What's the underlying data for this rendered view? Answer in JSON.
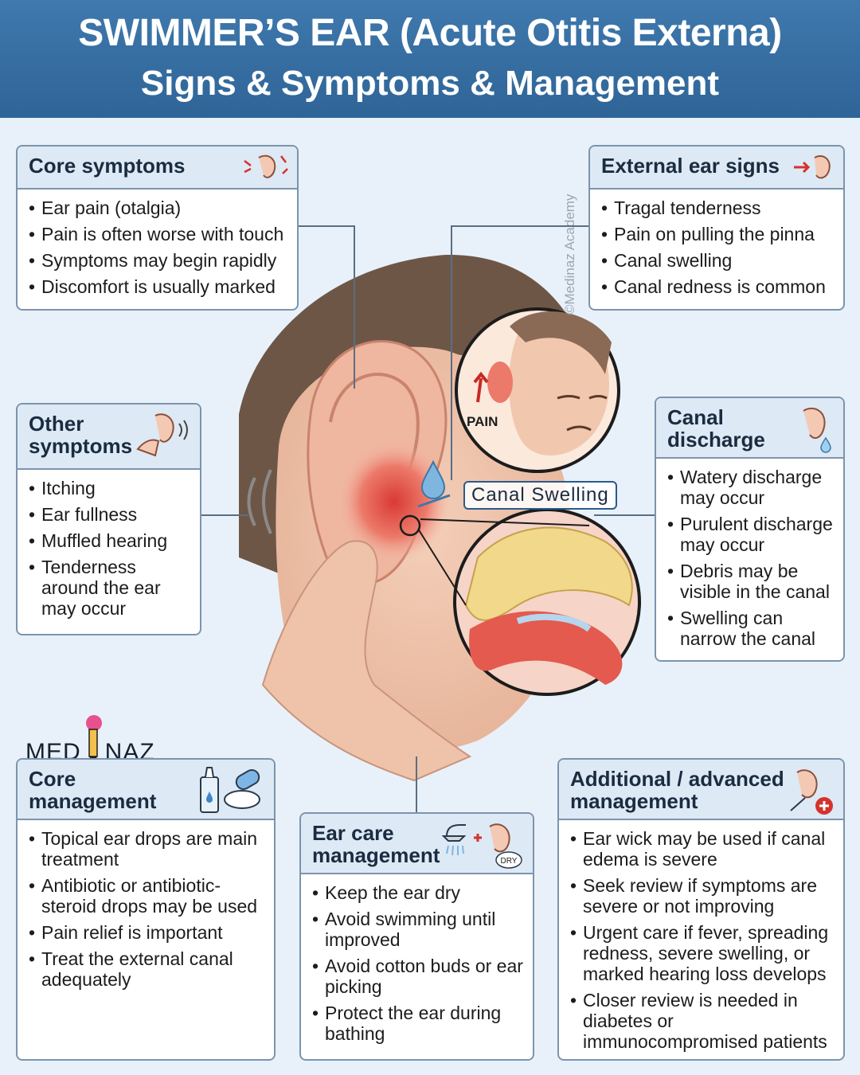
{
  "header": {
    "title": "SWIMMER’S EAR (Acute Otitis Externa)",
    "subtitle": "Signs & Symptoms & Management"
  },
  "colors": {
    "header_bg": "#3473a8",
    "card_border": "#7c94ad",
    "card_head_bg": "#dde9f5",
    "inflammation": "#e8544d"
  },
  "watermark": "©Medinaz Academy",
  "logo": {
    "left": "MED",
    "right": "NAZ"
  },
  "illustration": {
    "pain_label": "PAIN",
    "canal_label": "Canal Swelling"
  },
  "cards": {
    "core_symptoms": {
      "title": "Core symptoms",
      "icon": "ear-pain-icon",
      "items": [
        "Ear pain (otalgia)",
        "Pain is often worse with touch",
        "Symptoms may begin rapidly",
        "Discomfort is usually marked"
      ]
    },
    "external_signs": {
      "title": "External ear signs",
      "icon": "ear-arrow-icon",
      "items": [
        "Tragal tenderness",
        "Pain on pulling the pinna",
        "Canal swelling",
        "Canal redness is common"
      ]
    },
    "other_symptoms": {
      "title_line1": "Other",
      "title_line2": "symptoms",
      "icon": "hand-ear-icon",
      "items": [
        "Itching",
        "Ear fullness",
        "Muffled hearing",
        "Tenderness around the ear may occur"
      ]
    },
    "canal_discharge": {
      "title_line1": "Canal",
      "title_line2": "discharge",
      "icon": "ear-drop-icon",
      "items": [
        "Watery discharge may occur",
        "Purulent discharge may occur",
        "Debris may be visible in the canal",
        "Swelling can narrow the canal"
      ]
    },
    "core_management": {
      "title_line1": "Core",
      "title_line2": "management",
      "icon": "ear-drops-pill-icon",
      "items": [
        "Topical ear drops are main treatment",
        "Antibiotic or antibiotic-steroid drops may be used",
        "Pain relief is important",
        "Treat the external canal adequately"
      ]
    },
    "ear_care": {
      "title_line1": "Ear care",
      "title_line2": "management",
      "icon": "shower-ear-dry-icon",
      "badge": "DRY",
      "items": [
        "Keep the ear dry",
        "Avoid swimming until improved",
        "Avoid cotton buds or ear picking",
        "Protect the ear during bathing"
      ]
    },
    "advanced": {
      "title_line1": "Additional / advanced",
      "title_line2": "management",
      "icon": "ear-swab-plus-icon",
      "items": [
        "Ear wick may be used if canal edema is severe",
        "Seek review if symptoms are severe or not improving",
        "Urgent care if fever, spreading redness, severe swelling, or marked hearing loss develops",
        "Closer review is needed in diabetes or immunocompromised patients"
      ]
    }
  }
}
